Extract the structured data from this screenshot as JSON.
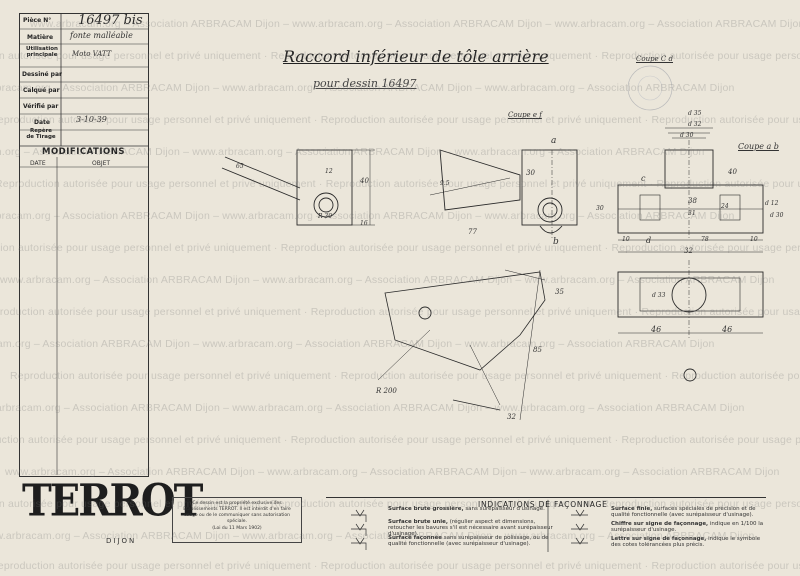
{
  "title_block": {
    "piece_label": "Pièce N°",
    "piece_value": "16497 bis",
    "matiere_label": "Matière",
    "matiere_value": "fonte malléable",
    "utilisation_label": "Utilisation principale",
    "utilisation_value": "Moto VATT",
    "dessine_label": "Dessiné par",
    "calque_label": "Calqué par",
    "verifie_label": "Vérifié par",
    "date_label": "Date",
    "date_value": "3-10-39",
    "repere_label": "Repère de Tirage"
  },
  "modifications": {
    "heading": "MODIFICATIONS",
    "col_date": "DATE",
    "col_objet": "OBJET"
  },
  "drawing": {
    "title": "Raccord inférieur de tôle arrière",
    "subtitle": "pour dessin 16497"
  },
  "views": {
    "coupe_cd": "Coupe C d",
    "coupe_ef": "Coupe e f",
    "coupe_ab": "Coupe a b",
    "label_a": "a",
    "label_b": "b",
    "label_c": "c",
    "label_d": "d"
  },
  "dims": {
    "d35": "d 35",
    "d32": "d 32",
    "d30": "d 30",
    "d45": "40",
    "d30b": "30",
    "d38": "38",
    "d31": "31",
    "d24": "24",
    "d10a": "10",
    "d10b": "10",
    "d78": "78",
    "d32b": "32",
    "d46a": "46",
    "d46b": "46",
    "d12": "d 12",
    "d30c": "d 30",
    "r30": "R 30",
    "r200": "R 200",
    "d65": "65",
    "d77": "77",
    "d40": "40",
    "d30d": "30",
    "d85": "85",
    "d32c": "32",
    "d35b": "35",
    "d33": "d 33",
    "d95": "9.5",
    "d16": "16",
    "d12b": "12"
  },
  "logo": {
    "name": "TERROT",
    "city": "DIJON"
  },
  "notice": {
    "text": "Ce dessin est la propriété exclusive des Etablissements TERROT. Il est interdit d'en faire usage ou de le communiquer sans autorisation spéciale.",
    "law": "(Loi du 11 Mars 1902)"
  },
  "legend": {
    "heading": "INDICATIONS DE FAÇONNAGE",
    "item1_title": "Surface brute grossière,",
    "item1_text": "sans surépaisseur d'usinage.",
    "item2_title": "Surface brute unie,",
    "item2_text": "(régulier aspect et dimensions, retoucher les bavures s'il est nécessaire avant surépaisseur d'usinage).",
    "item3_title": "Surface façonnée",
    "item3_text": "sans surépaisseur de polissage, ou de qualité fonctionnelle (avec surépaisseur d'usinage).",
    "item4_title": "Surface finie,",
    "item4_text": "surfaces spéciales de précision et de qualité fonctionnelle (avec surépaisseur d'usinage).",
    "item5_title": "Chiffre sur signe de façonnage,",
    "item5_text": "indique en 1/100 la surépaisseur d'usinage.",
    "item6_title": "Lettre sur signe de façonnage,",
    "item6_text": "indique le symbole des cotes tolérancées plus précis."
  },
  "watermark": {
    "line1": "www.arbracam.org – Association ARBRACAM Dijon – www.arbracam.org – Association ARBRACAM Dijon – www.arbracam.org – Association ARBRACAM Dijon",
    "line2": "Reproduction autorisée pour usage personnel et privé uniquement · Reproduction autorisée pour usage personnel et privé uniquement · Reproduction autorisée pour usage personnel et privé uniquement"
  }
}
